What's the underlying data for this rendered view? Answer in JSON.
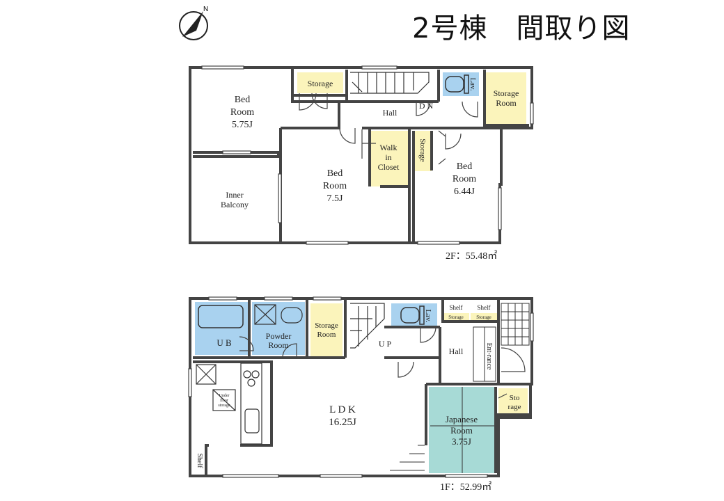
{
  "title": "2号棟　間取り図",
  "compass": {
    "north_label": "N"
  },
  "colors": {
    "wet_area": "#a9d2ef",
    "storage": "#fbf4bb",
    "tatami": "#a7dad6",
    "wall": "#444444"
  },
  "floor2": {
    "area_label": "2F：55.48㎡",
    "rooms": {
      "bed_a": {
        "name1": "Bed",
        "name2": "Room",
        "size": "5.75J"
      },
      "storage": "Storage",
      "hall": "Hall",
      "dn": "D N",
      "lav": "Lav.",
      "storage_room": {
        "l1": "Storage",
        "l2": "Room"
      },
      "bed_b": {
        "name1": "Bed",
        "name2": "Room",
        "size": "7.5J"
      },
      "wic": {
        "l1": "Walk",
        "l2": "in",
        "l3": "Closet"
      },
      "storage_v": "Storage",
      "bed_c": {
        "name1": "Bed",
        "name2": "Room",
        "size": "6.44J"
      },
      "balcony": {
        "l1": "Inner",
        "l2": "Balcony"
      }
    }
  },
  "floor1": {
    "area_label": "1F：52.99㎡",
    "rooms": {
      "ub": "U B",
      "powder": {
        "l1": "Powder",
        "l2": "Room"
      },
      "storage_room": {
        "l1": "Storage",
        "l2": "Room"
      },
      "up": "U P",
      "lav": "Lav.",
      "shelf1": "Shelf",
      "shelf2": "Shelf",
      "storage_s1": "Storage",
      "storage_s2": "Storage",
      "hall": "Hall",
      "entrance": "Ent-rance",
      "ldk": {
        "l1": "L D K",
        "l2": "16.25J"
      },
      "japanese": {
        "l1": "Japanese",
        "l2": "Room",
        "l3": "3.75J"
      },
      "sto": {
        "l1": "Sto",
        "l2": "rage"
      },
      "underfloor": {
        "l1": "Under",
        "l2": "floor",
        "l3": "storage"
      },
      "shelf_v": "Shelf"
    }
  }
}
